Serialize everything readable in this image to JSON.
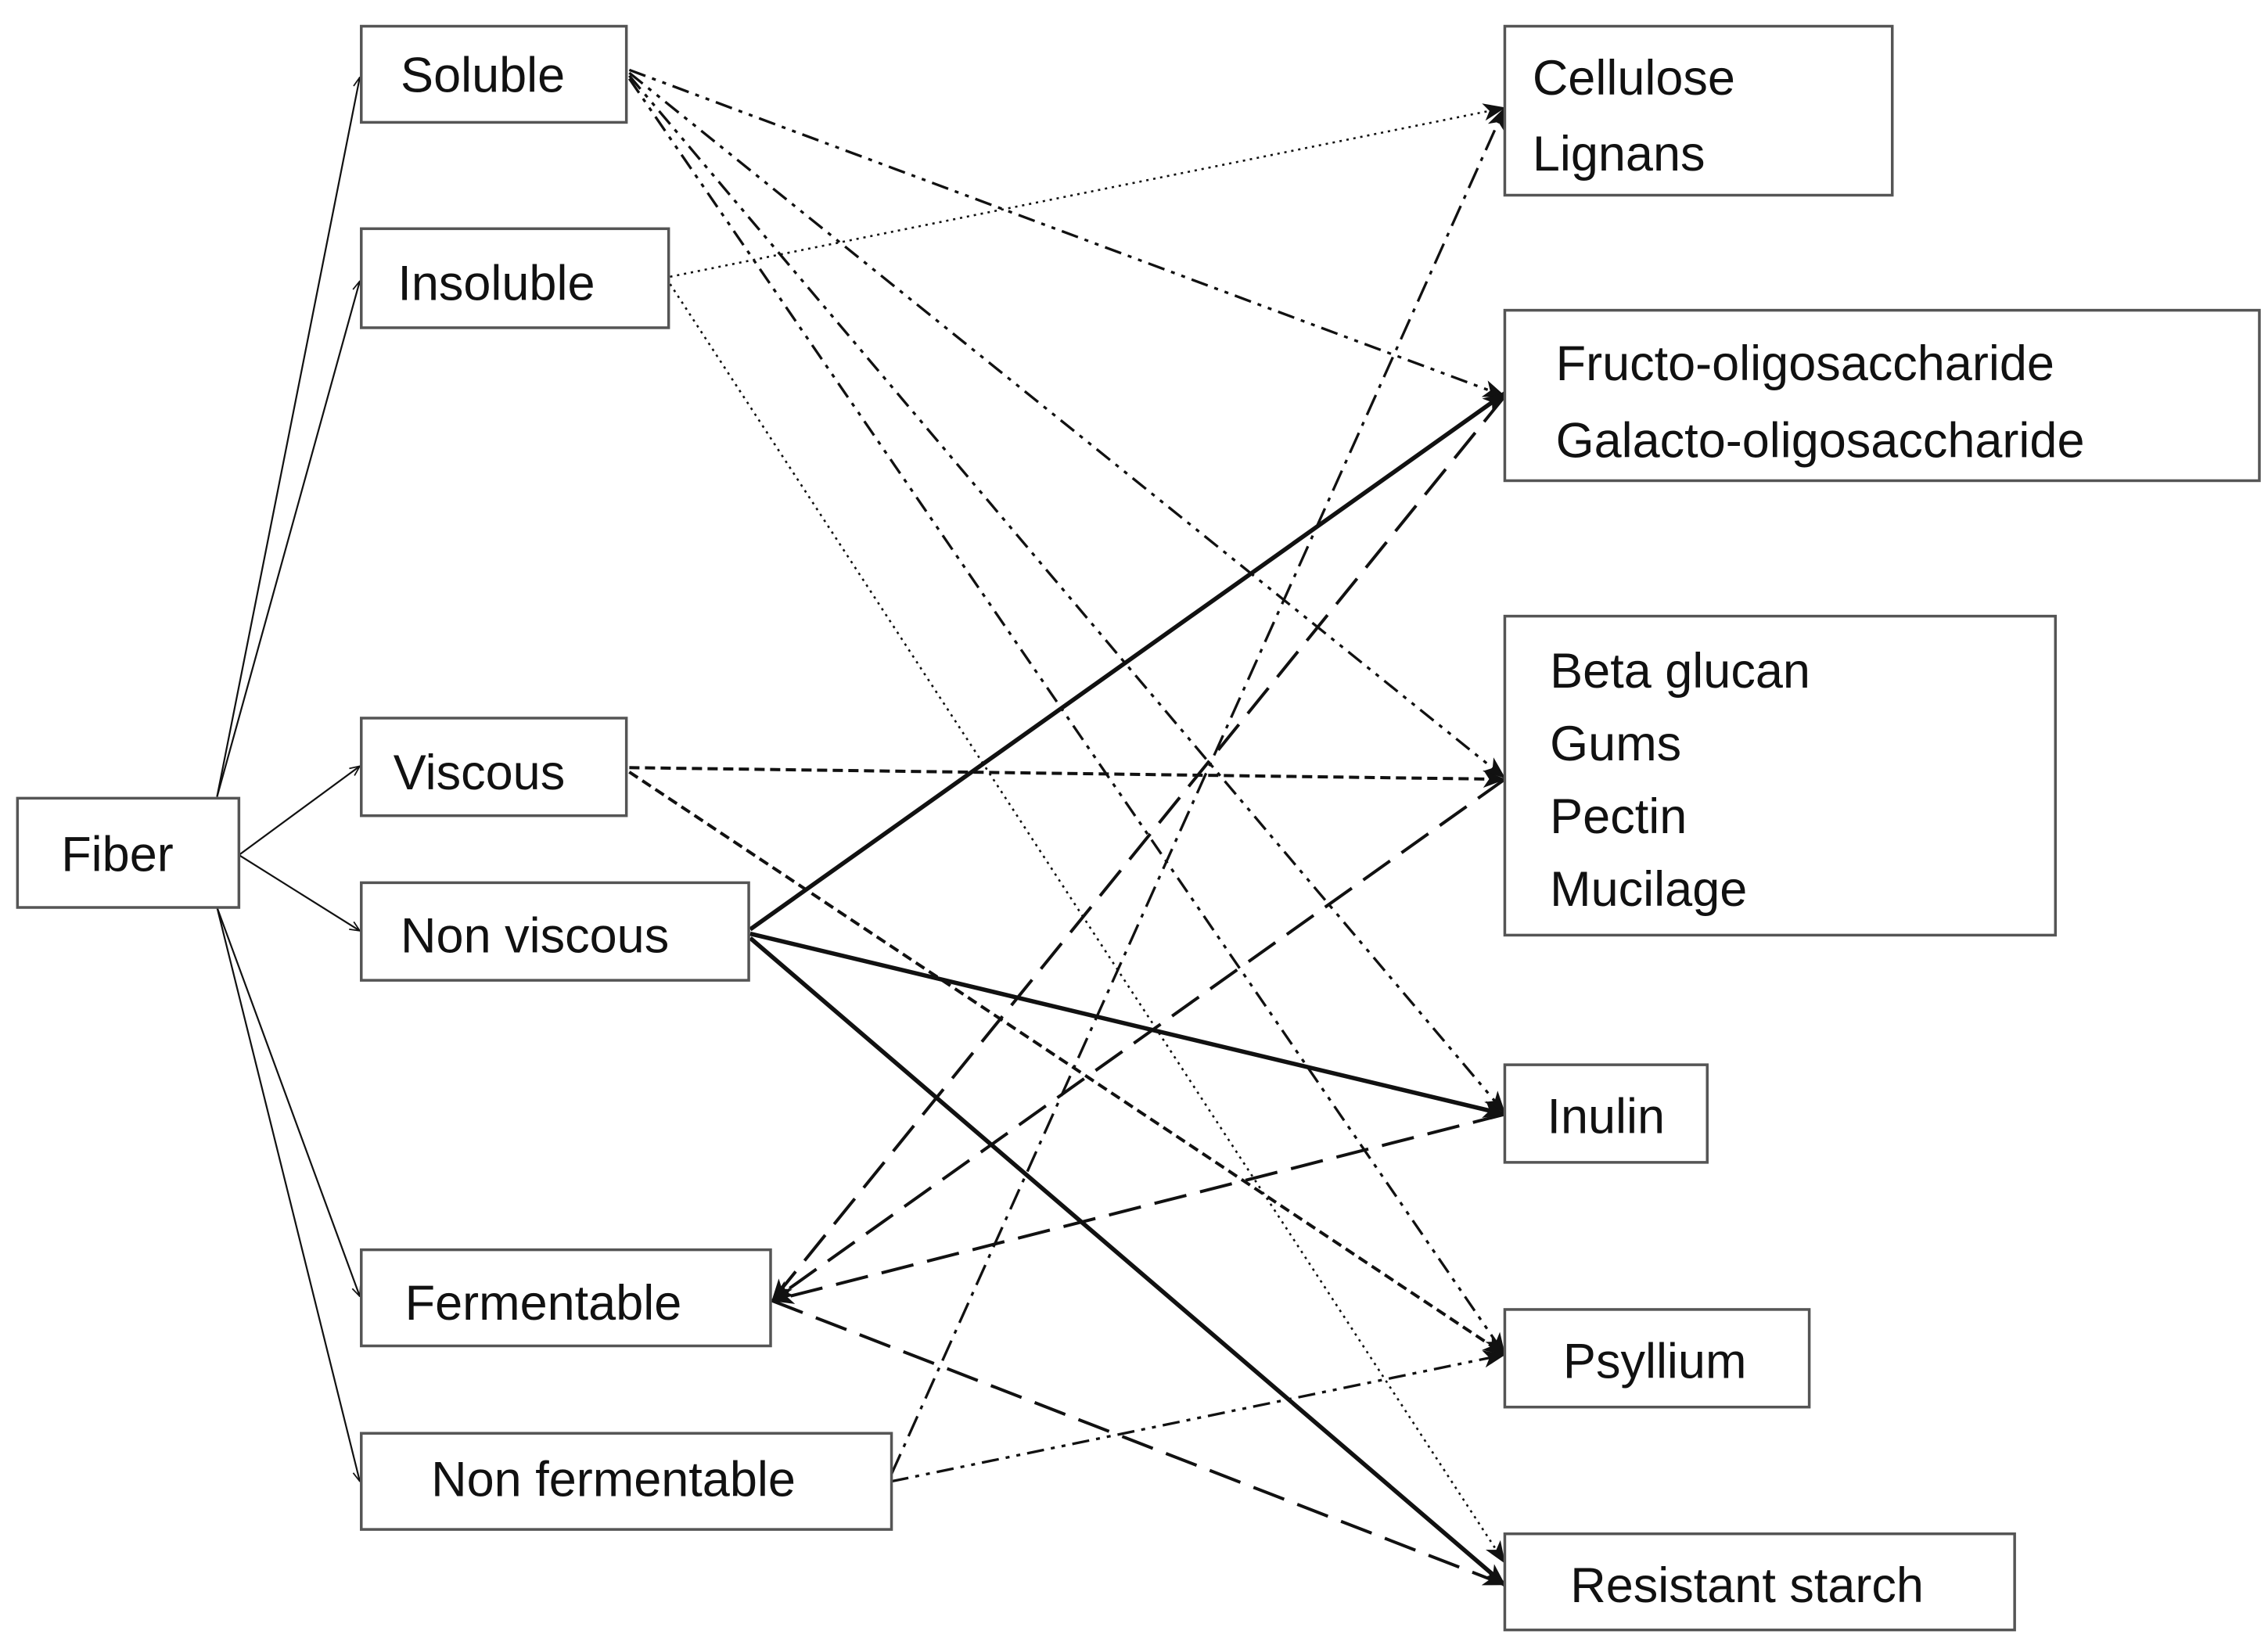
{
  "colors": {
    "line": "#111111",
    "box_border": "#555555",
    "background": "#ffffff"
  },
  "nodes": [
    {
      "id": "fiber",
      "lines": [
        "Fiber"
      ]
    },
    {
      "id": "soluble",
      "lines": [
        "Soluble"
      ]
    },
    {
      "id": "insoluble",
      "lines": [
        "Insoluble"
      ]
    },
    {
      "id": "viscous",
      "lines": [
        "Viscous"
      ]
    },
    {
      "id": "non-viscous",
      "lines": [
        "Non viscous"
      ]
    },
    {
      "id": "fermentable",
      "lines": [
        "Fermentable"
      ]
    },
    {
      "id": "non-fermentable",
      "lines": [
        "Non fermentable"
      ]
    },
    {
      "id": "cellulose-lignans",
      "lines": [
        "Cellulose",
        "Lignans"
      ]
    },
    {
      "id": "oligosaccharides",
      "lines": [
        "Fructo-oligosaccharide",
        "Galacto-oligosaccharide"
      ]
    },
    {
      "id": "beta-glucan-group",
      "lines": [
        "Beta glucan",
        "Gums",
        "Pectin",
        "Mucilage"
      ]
    },
    {
      "id": "inulin",
      "lines": [
        "Inulin"
      ]
    },
    {
      "id": "psyllium",
      "lines": [
        "Psyllium"
      ]
    },
    {
      "id": "resistant-starch",
      "lines": [
        "Resistant starch"
      ]
    }
  ],
  "edges": [
    {
      "from": "fiber",
      "to": "soluble",
      "style": "solid-thin"
    },
    {
      "from": "fiber",
      "to": "insoluble",
      "style": "solid-thin"
    },
    {
      "from": "fiber",
      "to": "viscous",
      "style": "solid-thin"
    },
    {
      "from": "fiber",
      "to": "non-viscous",
      "style": "solid-thin"
    },
    {
      "from": "fiber",
      "to": "fermentable",
      "style": "solid-thin"
    },
    {
      "from": "fiber",
      "to": "non-fermentable",
      "style": "solid-thin"
    },
    {
      "from": "soluble",
      "to": "oligosaccharides",
      "style": "dash-dot-dot"
    },
    {
      "from": "soluble",
      "to": "beta-glucan-group",
      "style": "dash-dot-dot"
    },
    {
      "from": "soluble",
      "to": "inulin",
      "style": "dash-dot-dot"
    },
    {
      "from": "soluble",
      "to": "psyllium",
      "style": "dash-dot-dot"
    },
    {
      "from": "insoluble",
      "to": "cellulose-lignans",
      "style": "dotted"
    },
    {
      "from": "insoluble",
      "to": "resistant-starch",
      "style": "dotted"
    },
    {
      "from": "viscous",
      "to": "beta-glucan-group",
      "style": "short-dash"
    },
    {
      "from": "viscous",
      "to": "psyllium",
      "style": "short-dash"
    },
    {
      "from": "non-viscous",
      "to": "oligosaccharides",
      "style": "solid-bold"
    },
    {
      "from": "non-viscous",
      "to": "inulin",
      "style": "solid-bold"
    },
    {
      "from": "non-viscous",
      "to": "resistant-starch",
      "style": "solid-bold"
    },
    {
      "from": "beta-glucan-group",
      "to": "fermentable",
      "style": "long-dash"
    },
    {
      "from": "oligosaccharides",
      "to": "fermentable",
      "style": "long-dash"
    },
    {
      "from": "inulin",
      "to": "fermentable",
      "style": "long-dash"
    },
    {
      "from": "fermentable",
      "to": "resistant-starch",
      "style": "long-dash"
    },
    {
      "from": "non-fermentable",
      "to": "cellulose-lignans",
      "style": "dash-dot"
    },
    {
      "from": "non-fermentable",
      "to": "psyllium",
      "style": "dash-dot-dot"
    }
  ]
}
